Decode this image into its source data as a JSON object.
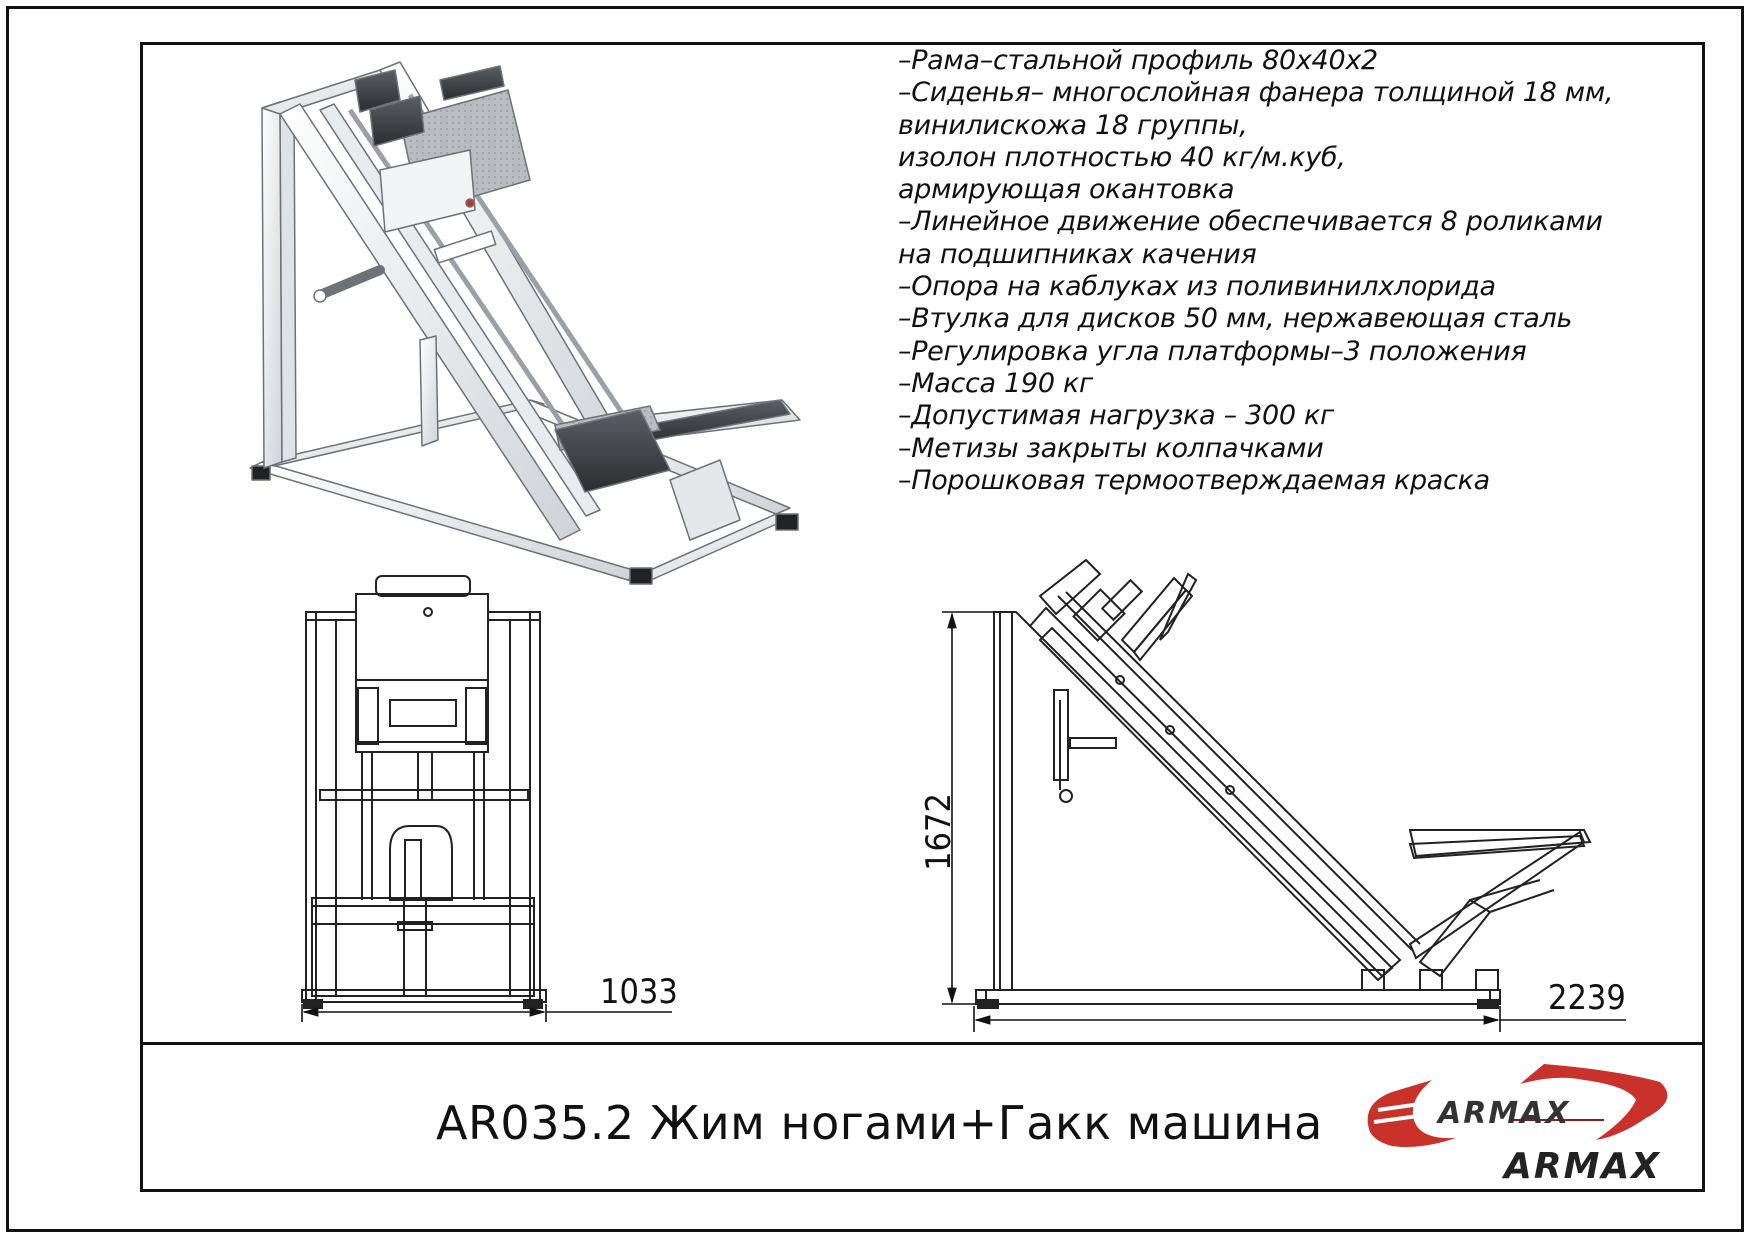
{
  "specs": [
    "–Рама–стальной профиль 80х40х2",
    "–Сиденья– многослойная фанера толщиной 18 мм,",
    "винилискожа 18 группы,",
    "изолон плотностью 40 кг/м.куб,",
    "армирующая окантовка",
    "–Линейное движение обеспечивается 8 роликами",
    "на подшипниках качения",
    "–Опора на каблуках из поливинилхлорида",
    "–Втулка для дисков 50 мм, нержавеющая сталь",
    "–Регулировка угла платформы–3 положения",
    "–Масса 190 кг",
    "–Допустимая нагрузка – 300 кг",
    "–Метизы закрыты колпачками",
    "–Порошковая термоотверждаемая краска"
  ],
  "dimensions": {
    "width": "1033",
    "height": "1672",
    "length": "2239"
  },
  "title": "AR035.2 Жим ногами+Гакк машина",
  "brand": {
    "name": "ARMAX",
    "logo_color": "#c8322a"
  }
}
